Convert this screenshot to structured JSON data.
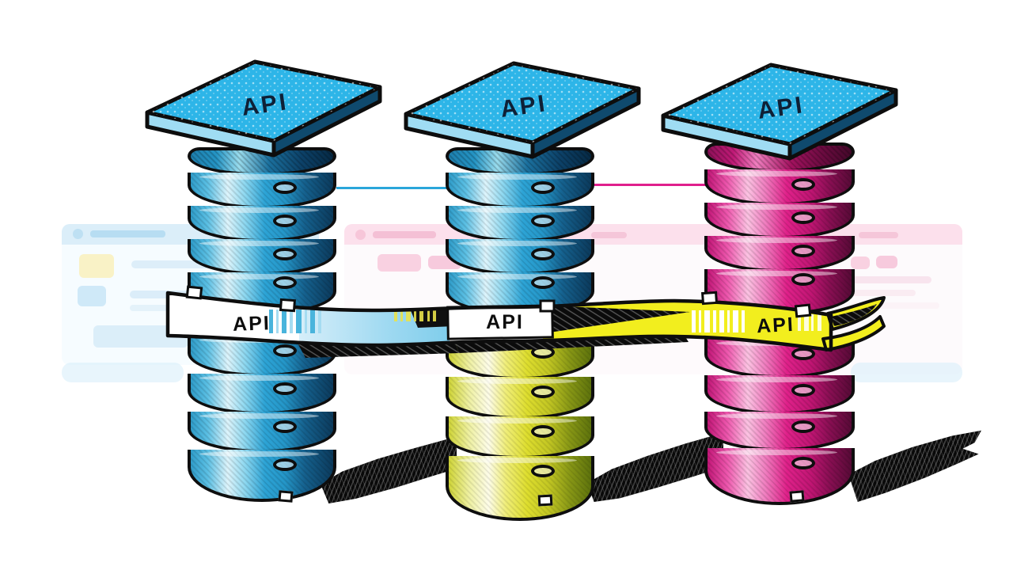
{
  "stacks": [
    {
      "platform_label": "API",
      "body_upper": "cyan",
      "body_lower": "cyan"
    },
    {
      "platform_label": "API",
      "body_upper": "cyan",
      "body_lower": "yellow"
    },
    {
      "platform_label": "API",
      "body_upper": "magenta",
      "body_lower": "magenta"
    }
  ],
  "band": {
    "labels": [
      "API",
      "API",
      "API"
    ]
  },
  "colors": {
    "cyan": "#2db5e8",
    "yellow": "#f2ee1e",
    "magenta": "#e0218a",
    "band_yellow": "#f2ee1e",
    "connector_cyan": "#2aa6da",
    "connector_magenta": "#e01f8c",
    "ink": "#0e0e0e",
    "bg_card_blue_header": "#cfe9f8",
    "bg_card_pink_header": "#fbd1e2"
  }
}
